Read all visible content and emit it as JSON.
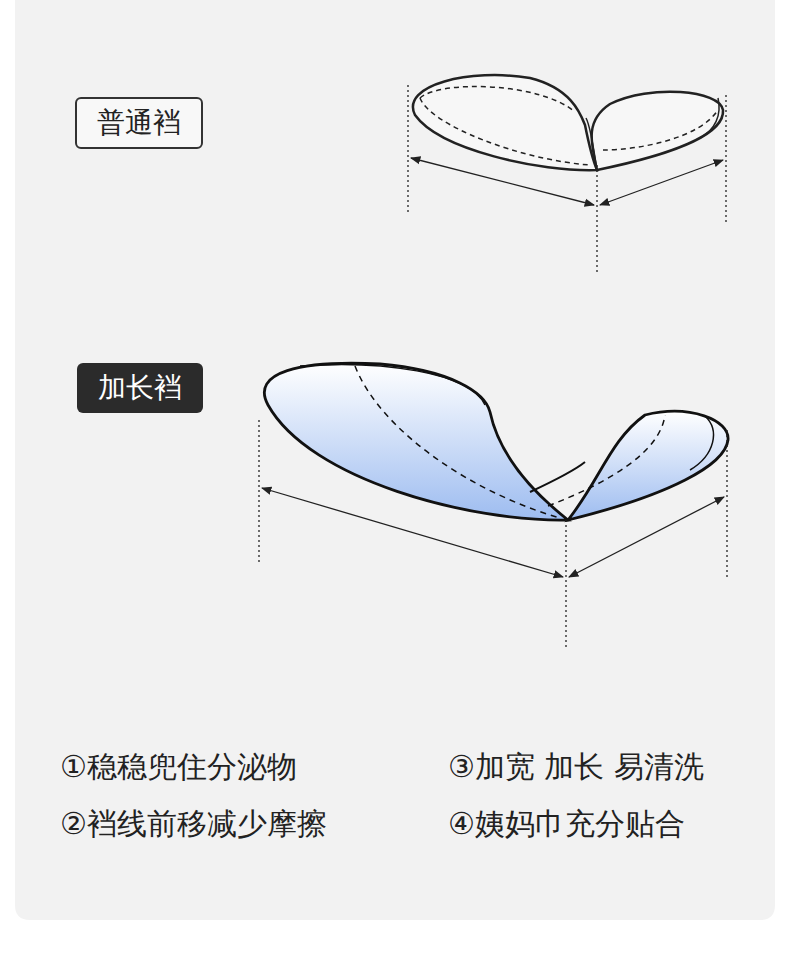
{
  "diagram": {
    "nodes": [
      {
        "text": [
          "普通裆"
        ]
      },
      {
        "text": [
          "加长裆"
        ]
      }
    ],
    "labels": [
      "①稳稳兜住分泌物",
      "②裆线前移减少摩擦",
      "③加宽 加长 易清洗",
      "④姨妈巾充分贴合"
    ]
  }
}
